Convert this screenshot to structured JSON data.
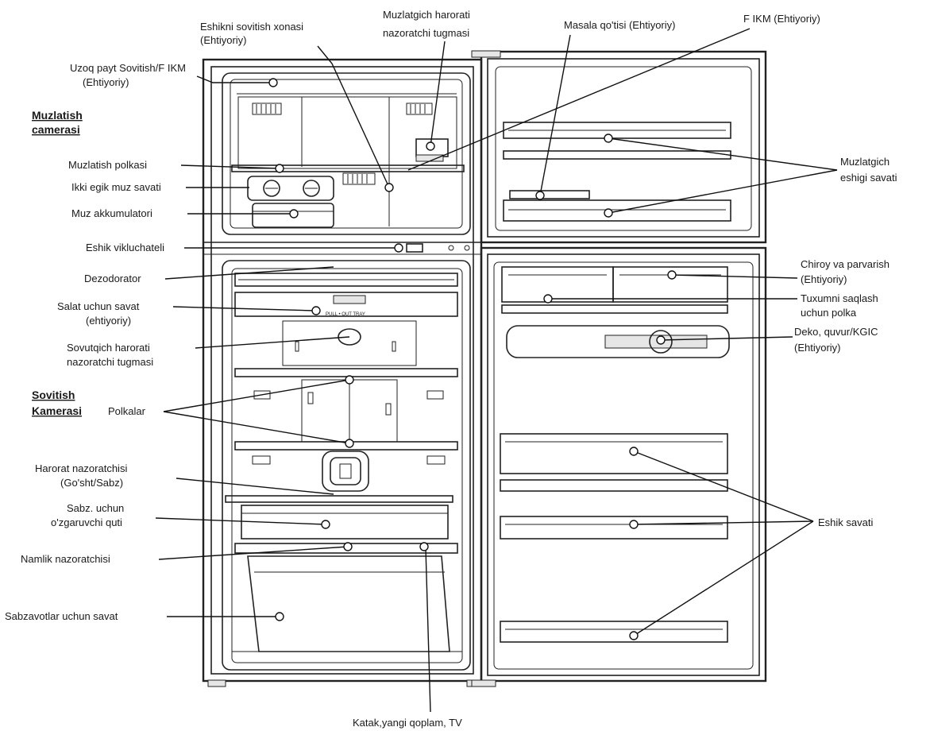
{
  "labels": {
    "uzoq_payt": [
      "Uzoq payt Sovitish/F IKM",
      "(Ehtiyoriy)"
    ],
    "muzlatish_camerasi": [
      "Muzlatish",
      "camerasi"
    ],
    "muzlatish_polkasi": "Muzlatish polkasi",
    "ikki_egik": "Ikki egik muz savati",
    "muz_akkumulatori": "Muz akkumulatori",
    "eshik_vikluchateli": "Eshik vikluchateli",
    "dezodorator": "Dezodorator",
    "salat_savat": [
      "Salat uchun savat",
      "(ehtiyoriy)"
    ],
    "sovutqich_harorati": [
      "Sovutqich harorati",
      "nazoratchi tugmasi"
    ],
    "sovitish_kamerasi": [
      "Sovitish",
      "Kamerasi"
    ],
    "polkalar": "Polkalar",
    "harorat_nazoratchisi": [
      "Harorat nazoratchisi",
      "(Go'sht/Sabz)"
    ],
    "sabz_quti": [
      "Sabz. uchun",
      "o'zgaruvchi quti"
    ],
    "namlik": "Namlik nazoratchisi",
    "sabzavot_savat": "Sabzavotlar uchun savat",
    "katak": "Katak,yangi qoplam, TV",
    "eshikni_sovitish": [
      "Eshikni sovitish xonasi",
      "(Ehtiyoriy)"
    ],
    "muzlatgich_harorati": [
      "Muzlatgich harorati",
      "nazoratchi tugmasi"
    ],
    "masala": "Masala qo'tisi (Ehtiyoriy)",
    "f_ikm": "F IKM (Ehtiyoriy)",
    "muzlatgich_eshigi": [
      "Muzlatgich",
      "eshigi savati"
    ],
    "chiroy": [
      "Chiroy va parvarish",
      "(Ehtiyoriy)"
    ],
    "tuxum": [
      "Tuxumni saqlash",
      "uchun polka"
    ],
    "deko": [
      "Deko, quvur/KGIC",
      "(Ehtiyoriy)"
    ],
    "eshik_savati": "Eshik savati"
  },
  "small_print": {
    "pull_out": "PULL • OUT TRAY"
  }
}
